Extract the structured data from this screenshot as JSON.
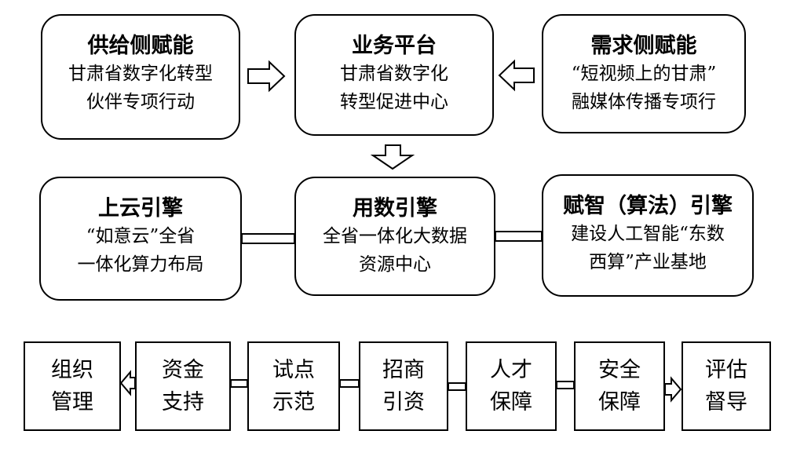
{
  "row1": {
    "supply": {
      "title": "供给侧赋能",
      "line1": "甘肃省数字化转型",
      "line2": "伙伴专项行动"
    },
    "platform": {
      "title": "业务平台",
      "line1": "甘肃省数字化",
      "line2": "转型促进中心"
    },
    "demand": {
      "title": "需求侧赋能",
      "line1": "“短视频上的甘肃”",
      "line2": "融媒体传播专项行"
    }
  },
  "row2": {
    "cloud": {
      "title": "上云引擎",
      "line1": "“如意云”全省",
      "line2": "一体化算力布局"
    },
    "data": {
      "title": "用数引擎",
      "line1": "全省一体化大数据",
      "line2": "资源中心"
    },
    "ai": {
      "title": "赋智（算法）引擎",
      "line1": "建设人工智能“东数",
      "line2": "西算”产业基地"
    }
  },
  "row3": [
    {
      "top": "组织",
      "bottom": "管理"
    },
    {
      "top": "资金",
      "bottom": "支持"
    },
    {
      "top": "试点",
      "bottom": "示范"
    },
    {
      "top": "招商",
      "bottom": "引资"
    },
    {
      "top": "人才",
      "bottom": "保障"
    },
    {
      "top": "安全",
      "bottom": "保障"
    },
    {
      "top": "评估",
      "bottom": "督导"
    }
  ]
}
